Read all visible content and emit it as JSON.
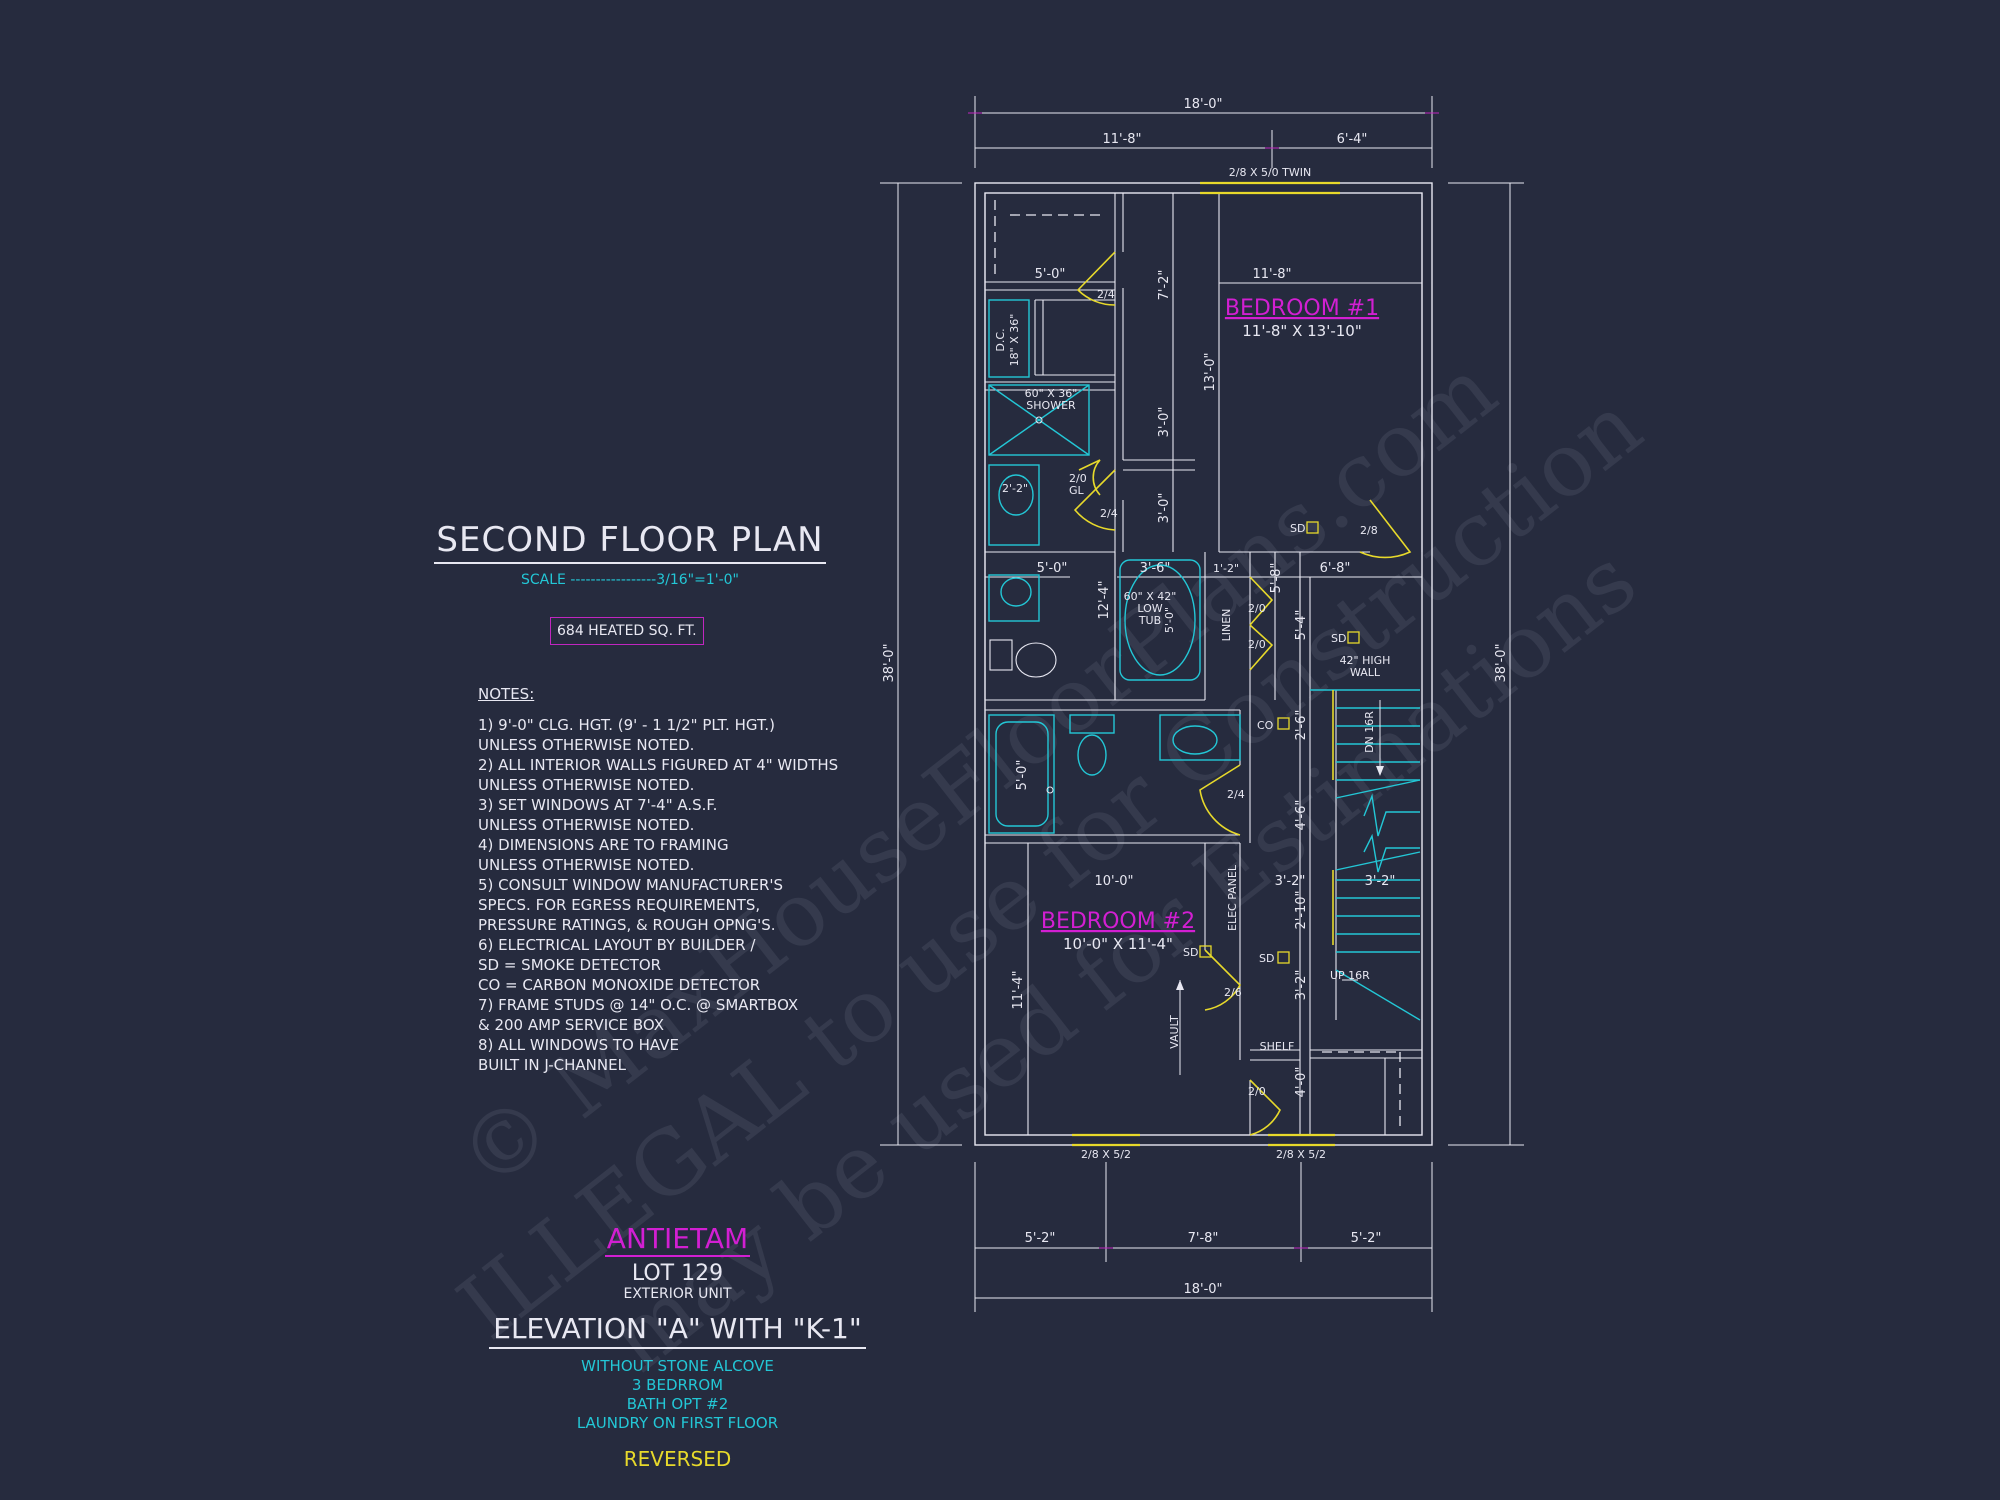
{
  "plan": {
    "title": "SECOND FLOOR PLAN",
    "scale": "SCALE -----------------3/16\"=1'-0\"",
    "heated_sqft": "684 HEATED SQ. FT."
  },
  "notes": {
    "header": "NOTES:",
    "lines": [
      "1) 9'-0\"  CLG. HGT. (9' - 1 1/2\" PLT. HGT.)",
      "    UNLESS OTHERWISE NOTED.",
      "2) ALL INTERIOR WALLS FIGURED AT 4\" WIDTHS",
      "    UNLESS OTHERWISE NOTED.",
      "3) SET WINDOWS AT 7'-4\" A.S.F.",
      "    UNLESS OTHERWISE NOTED.",
      "4) DIMENSIONS ARE TO FRAMING",
      "    UNLESS OTHERWISE NOTED.",
      "5) CONSULT WINDOW MANUFACTURER'S",
      "    SPECS. FOR EGRESS REQUIREMENTS,",
      "    PRESSURE RATINGS, & ROUGH OPNG'S.",
      "6) ELECTRICAL LAYOUT BY BUILDER /",
      "    SD = SMOKE DETECTOR",
      "    CO = CARBON MONOXIDE DETECTOR",
      "7) FRAME STUDS @ 14\" O.C. @ SMARTBOX",
      "    & 200 AMP SERVICE BOX",
      "8) ALL WINDOWS TO HAVE",
      "    BUILT IN J-CHANNEL"
    ]
  },
  "model": {
    "name": "ANTIETAM",
    "lot": "LOT 129",
    "unit": "EXTERIOR UNIT",
    "elevation": "ELEVATION \"A\" WITH \"K-1\"",
    "options": [
      "WITHOUT STONE ALCOVE",
      "3 BEDRROM",
      "BATH OPT #2",
      "LAUNDRY ON FIRST FLOOR"
    ],
    "reversed": "REVERSED"
  },
  "watermark": [
    "© MaxHouseFloorPlans.com",
    "ILLEGAL to use for Construction",
    "may be used for Estimations"
  ],
  "rooms": {
    "bedroom1": {
      "name": "BEDROOM #1",
      "size": "11'-8\" X 13'-10\""
    },
    "bedroom2": {
      "name": "BEDROOM #2",
      "size": "10'-0\" X 11'-4\""
    }
  },
  "dims": {
    "top_total": "18'-0\"",
    "top_left": "11'-8\"",
    "top_right": "6'-4\"",
    "left_total": "38'-0\"",
    "right_total": "38'-0\"",
    "bottom_left": "5'-2\"",
    "bottom_mid": "7'-8\"",
    "bottom_right": "5'-2\"",
    "bottom_total": "18'-0\""
  },
  "windows": {
    "top": "2/8 X 5/0 TWIN",
    "bottom_left": "2/8 X 5/2",
    "bottom_right": "2/8 X 5/2"
  },
  "labels": {
    "dim_5_0_a": "5'-0\"",
    "dim_11_8": "11'-8\"",
    "dim_7_2": "7'-2\"",
    "dim_13_0": "13'-0\"",
    "dim_3_0_a": "3'-0\"",
    "dim_3_0_b": "3'-0\"",
    "door_2_4_a": "2/4",
    "door_2_4_b": "2/4",
    "door_2_4_c": "2/4",
    "door_2_8": "2/8",
    "door_2_6": "2/6",
    "door_2_0_a": "2/0",
    "door_2_0_b": "2/0",
    "door_2_0_c": "2/0",
    "door_2_0_gl": "2/0",
    "gl": "GL",
    "dc": "D.C.",
    "dc_size": "18\" X 36\"",
    "shower_size": "60\" X 36\"",
    "shower": "SHOWER",
    "dim_2_2": "2'-2\"",
    "dim_5_0_b": "5'-0\"",
    "dim_3_6": "3'-6\"",
    "dim_1_2": "1'-2\"",
    "dim_5_8": "5'-8\"",
    "dim_6_8": "6'-8\"",
    "dim_12_4": "12'-4\"",
    "tub_size": "60\" X 42\"",
    "tub_low": "LOW",
    "tub": "TUB",
    "dim_5_0_c": "5'-0\"",
    "linen": "LINEN",
    "dim_5_4": "5'-4\"",
    "high_wall_1": "42\" HIGH",
    "high_wall_2": "WALL",
    "dim_2_6": "2'-6\"",
    "dn_16r": "DN 16R",
    "dim_4_6": "4'-6\"",
    "dim_5_0_d": "5'-0\"",
    "dim_3_2_a": "3'-2\"",
    "dim_3_2_b": "3'-2\"",
    "dim_2_10": "2'-10\"",
    "dim_3_2_c": "3'-2\"",
    "dim_10_0": "10'-0\"",
    "elec_panel": "ELEC PANEL",
    "up_16r": "UP 16R",
    "dim_11_4": "11'-4\"",
    "vault": "VAULT",
    "shelf": "SHELF",
    "dim_4_0": "4'-0\"",
    "sd_1": "SD",
    "sd_2": "SD",
    "sd_3": "SD",
    "sd_4": "SD",
    "co": "CO"
  }
}
